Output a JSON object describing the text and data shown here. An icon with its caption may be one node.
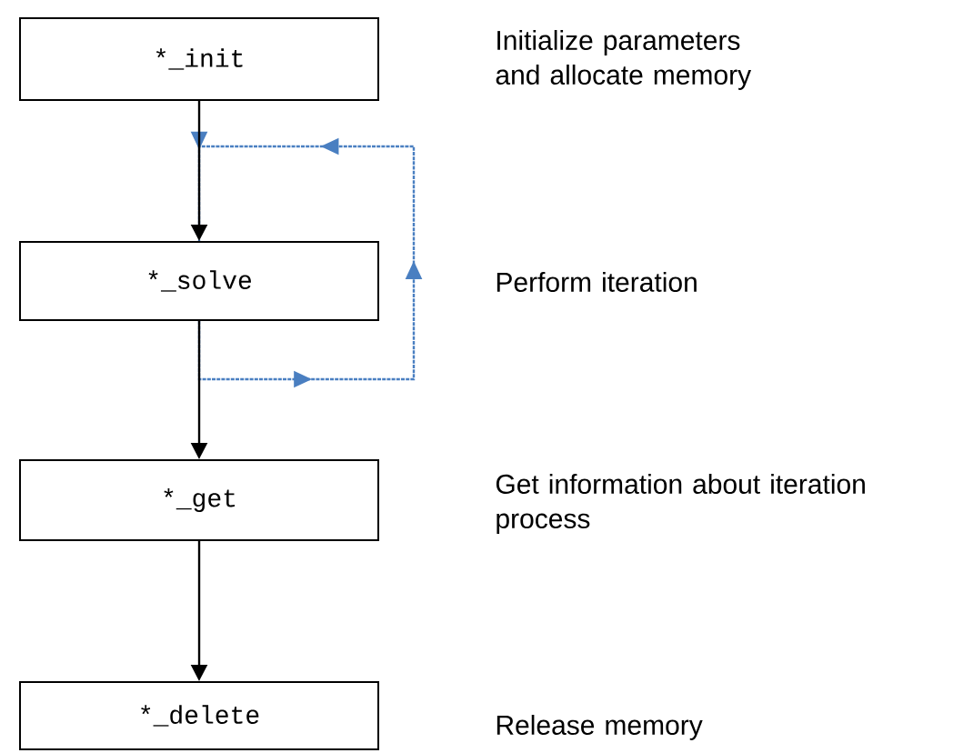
{
  "diagram": {
    "nodes": [
      {
        "text": [
          "*_init"
        ]
      },
      {
        "text": [
          "*_solve"
        ]
      },
      {
        "text": [
          "*_get"
        ]
      },
      {
        "text": [
          "*_delete"
        ]
      }
    ],
    "edges": [
      {
        "from": 0,
        "to": 1,
        "arrow": "to"
      },
      {
        "from": 1,
        "to": 1,
        "arrow": "to",
        "style": "dashed",
        "color": "#4a7fc1"
      },
      {
        "from": 1,
        "to": 2,
        "arrow": "to"
      },
      {
        "from": 2,
        "to": 3,
        "arrow": "to"
      }
    ],
    "labels": [
      "Initialize parameters and allocate memory",
      "Perform iteration",
      "Get information about iteration process",
      "Release memory"
    ]
  }
}
